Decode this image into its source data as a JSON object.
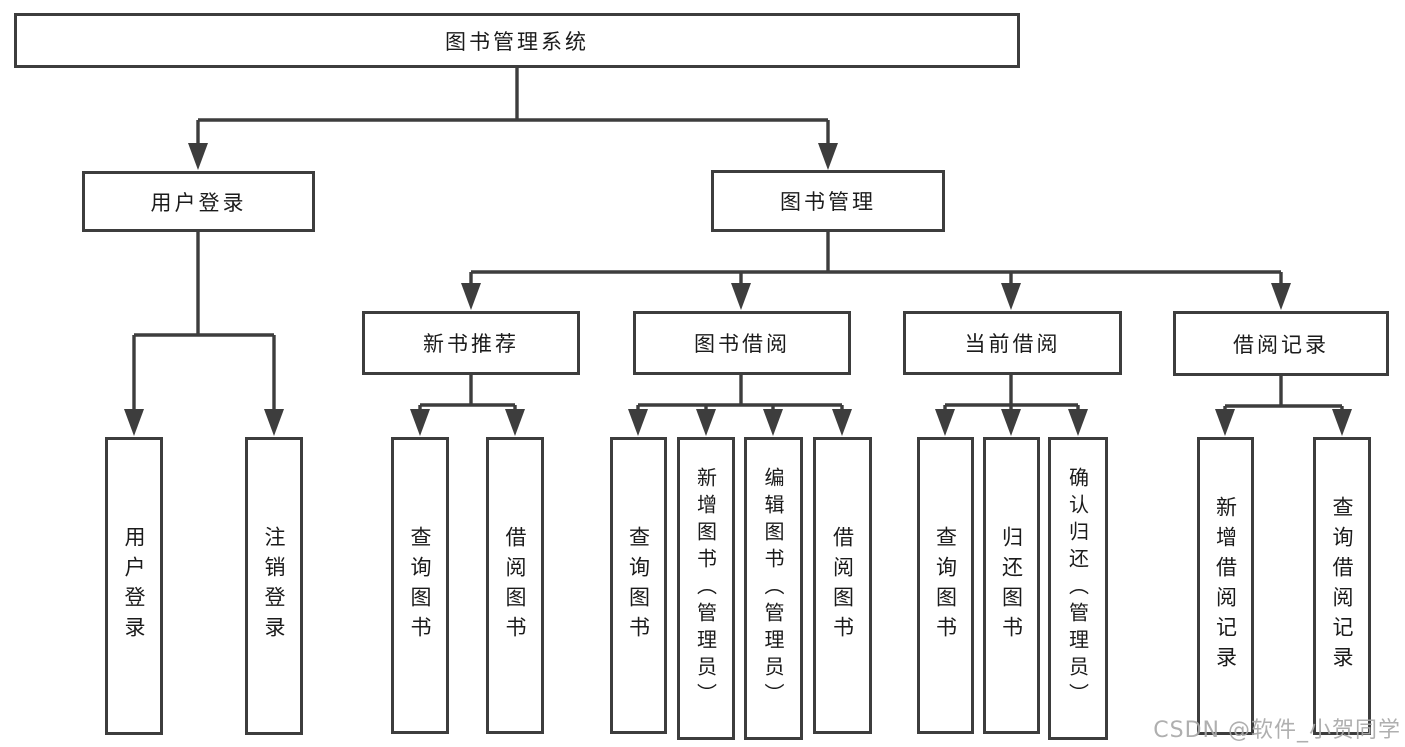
{
  "diagram": {
    "watermark": "CSDN @软件_小贺同学",
    "colors": {
      "line": "#3d3d3d",
      "box_border": "#3d3d3d",
      "text": "#1b1b1b",
      "background": "#ffffff",
      "watermark": "#a8a8a8"
    },
    "nodes": {
      "root": {
        "id": "library-management-system",
        "label": "图书管理系统"
      },
      "branches": [
        {
          "id": "user-login",
          "label": "用户登录",
          "parent": "library-management-system"
        },
        {
          "id": "book-management",
          "label": "图书管理",
          "parent": "library-management-system"
        }
      ],
      "sections": [
        {
          "id": "new-book-recommend",
          "label": "新书推荐",
          "parent": "book-management"
        },
        {
          "id": "book-borrowing",
          "label": "图书借阅",
          "parent": "book-management"
        },
        {
          "id": "current-borrowing",
          "label": "当前借阅",
          "parent": "book-management"
        },
        {
          "id": "borrowing-records",
          "label": "借阅记录",
          "parent": "book-management"
        }
      ],
      "leaves": [
        {
          "id": "leaf-user-login",
          "label": "用户登录",
          "parent": "user-login"
        },
        {
          "id": "leaf-logout",
          "label": "注销登录",
          "parent": "user-login"
        },
        {
          "id": "leaf-query-books-recommend",
          "label": "查询图书",
          "parent": "new-book-recommend"
        },
        {
          "id": "leaf-borrow-books-recommend",
          "label": "借阅图书",
          "parent": "new-book-recommend"
        },
        {
          "id": "leaf-query-books-borrowing",
          "label": "查询图书",
          "parent": "book-borrowing"
        },
        {
          "id": "leaf-add-books-admin",
          "label": "新增图书（管理员）",
          "parent": "book-borrowing"
        },
        {
          "id": "leaf-edit-books-admin",
          "label": "编辑图书（管理员）",
          "parent": "book-borrowing"
        },
        {
          "id": "leaf-borrow-books-borrowing",
          "label": "借阅图书",
          "parent": "book-borrowing"
        },
        {
          "id": "leaf-query-books-current",
          "label": "查询图书",
          "parent": "current-borrowing"
        },
        {
          "id": "leaf-return-books",
          "label": "归还图书",
          "parent": "current-borrowing"
        },
        {
          "id": "leaf-confirm-return-admin",
          "label": "确认归还（管理员）",
          "parent": "current-borrowing"
        },
        {
          "id": "leaf-add-borrow-record",
          "label": "新增借阅记录",
          "parent": "borrowing-records"
        },
        {
          "id": "leaf-query-borrow-record",
          "label": "查询借阅记录",
          "parent": "borrowing-records"
        }
      ]
    }
  }
}
